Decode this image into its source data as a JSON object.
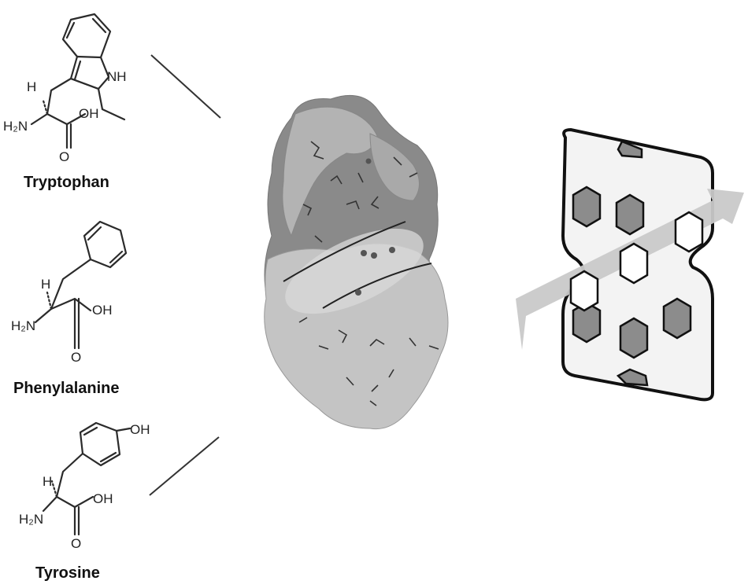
{
  "molecules": [
    {
      "name": "Tryptophan",
      "amino": "H₂N",
      "acid": "OH",
      "o": "O",
      "h": "H",
      "ring_group": "NH"
    },
    {
      "name": "Phenylalanine",
      "amino": "H₂N",
      "acid": "OH",
      "o": "O",
      "h": "H"
    },
    {
      "name": "Tyrosine",
      "amino": "H₂N",
      "acid": "OH",
      "o": "O",
      "h": "H",
      "ring_group": "OH"
    }
  ],
  "icons": [
    "protein-surface-icon",
    "channel-transport-icon",
    "arrow-icon"
  ],
  "colors": {
    "line": "#2b2b2b",
    "protein_dark": "#8a8a8a",
    "protein_light": "#c4c4c4",
    "hex_fill": "#8c8c8c",
    "arrow": "#c9c9c9",
    "channel_bg": "#f3f3f3"
  }
}
